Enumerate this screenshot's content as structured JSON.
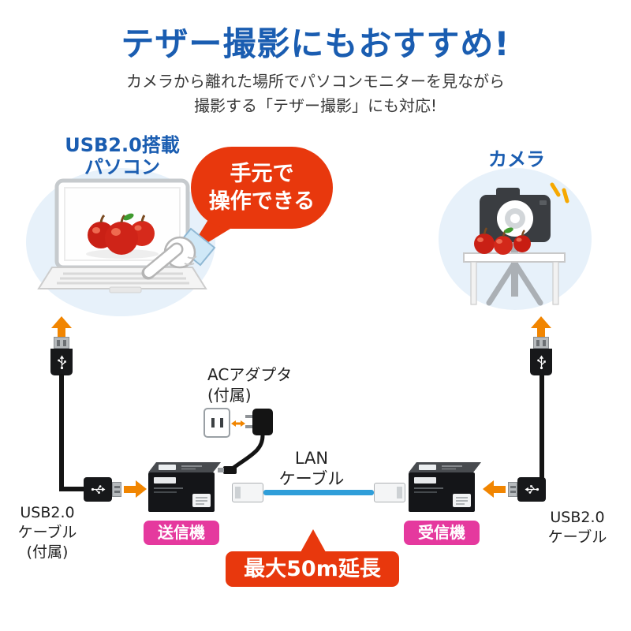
{
  "title": "テザー撮影にもおすすめ!",
  "subtitle": {
    "line1": "カメラから離れた場所でパソコンモニターを見ながら",
    "line2": "撮影する「テザー撮影」にも対応!"
  },
  "pc_scene": {
    "label_line1": "USB2.0搭載",
    "label_line2": "パソコン",
    "bubble_line1": "手元で",
    "bubble_line2": "操作できる"
  },
  "camera_scene": {
    "label": "カメラ"
  },
  "connection": {
    "usb_cable_left_line1": "USB2.0",
    "usb_cable_left_line2": "ケーブル",
    "usb_cable_left_line3": "(付属)",
    "transmitter": "送信機",
    "ac_adapter_line1": "ACアダプタ",
    "ac_adapter_line2": "(付属)",
    "lan_line1": "LAN",
    "lan_line2": "ケーブル",
    "receiver": "受信機",
    "usb_cable_right_line1": "USB2.0",
    "usb_cable_right_line2": "ケーブル",
    "banner": "最大50m延長"
  },
  "colors": {
    "title_blue": "#1a5db1",
    "accent_red": "#e8380d",
    "badge_magenta": "#e5399e",
    "arrow_orange": "#f18500",
    "lan_blue": "#2f9ed9",
    "circle_bg": "#e7f1fa"
  }
}
